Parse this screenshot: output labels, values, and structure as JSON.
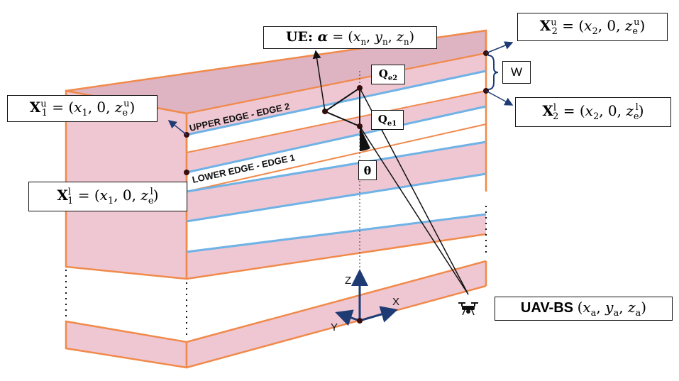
{
  "labels": {
    "x1u": {
      "bold": "X",
      "sup": "u",
      "sub": "1",
      "rhs_pre": " = (",
      "x": "x",
      "xs": "1",
      "mid": ", 0, ",
      "z": "z",
      "zs": "e",
      "zsup": "u",
      "close": ")"
    },
    "x1l": {
      "bold": "X",
      "sup": "l",
      "sub": "1",
      "rhs_pre": " = (",
      "x": "x",
      "xs": "1",
      "mid": ", 0, ",
      "z": "z",
      "zs": "e",
      "zsup": "l",
      "close": ")"
    },
    "x2u": {
      "bold": "X",
      "sup": "u",
      "sub": "2",
      "rhs_pre": " = (",
      "x": "x",
      "xs": "2",
      "mid": ", 0, ",
      "z": "z",
      "zs": "e",
      "zsup": "u",
      "close": ")"
    },
    "x2l": {
      "bold": "X",
      "sup": "l",
      "sub": "2",
      "rhs_pre": " = (",
      "x": "x",
      "xs": "2",
      "mid": ", 0, ",
      "z": "z",
      "zs": "e",
      "zsup": "l",
      "close": ")"
    },
    "ue": {
      "prefix": "UE: ",
      "alpha": "α",
      "eq": " = (",
      "x": "x",
      "y": "y",
      "z": "z",
      "sub": "n",
      "close": ")"
    },
    "uav": {
      "prefix": "UAV-BS ",
      "open": "(",
      "x": "x",
      "y": "y",
      "z": "z",
      "sub": "a",
      "close": ")"
    },
    "qe2": {
      "main": "Q",
      "sub": "e2"
    },
    "qe1": {
      "main": "Q",
      "sub": "e1"
    },
    "w": "W",
    "theta": "θ",
    "upper_edge": "UPPER EDGE - EDGE 2",
    "lower_edge": "LOWER EDGE - EDGE 1",
    "axis_z": "Z",
    "axis_x": "X",
    "axis_y": "Y"
  },
  "colors": {
    "wall_fill": "#efc7d3",
    "top_fill": "#deb3c2",
    "edge_orange": "#f08a4b",
    "window_blue": "#6fb2e6",
    "axis_navy": "#1f3b73",
    "ink": "#111111"
  },
  "icons": {
    "uav": "drone-icon"
  }
}
